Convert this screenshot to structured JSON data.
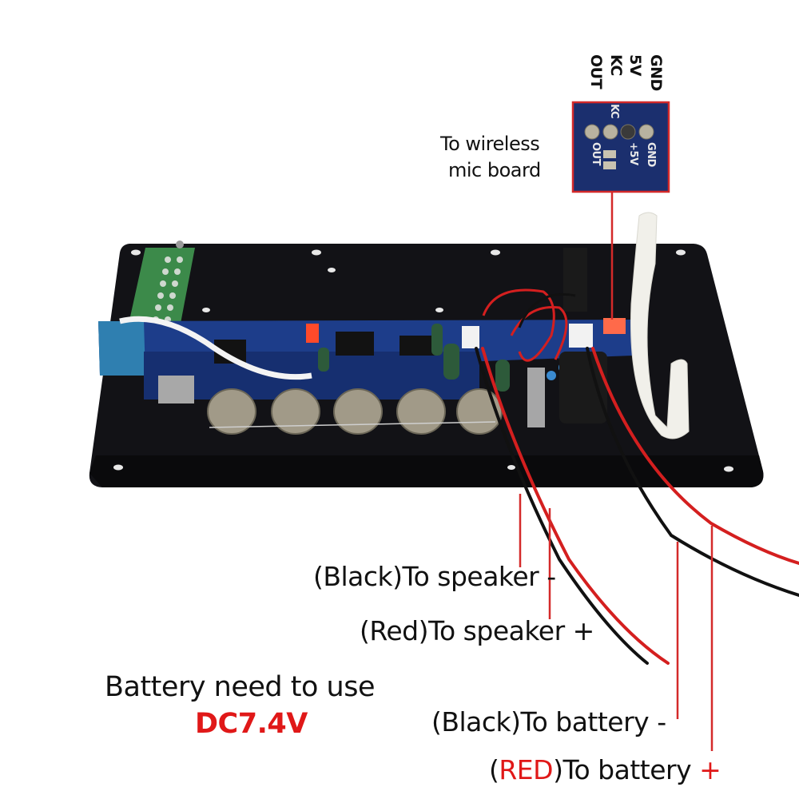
{
  "product": {
    "description": "Amplifier board mounted on black metal plate with wiring callouts"
  },
  "connector": {
    "pin_labels_top": [
      "GND",
      "5V",
      "KC",
      "OUT"
    ],
    "pin_labels_board": [
      "GND",
      "+5V",
      "KC",
      "OUT"
    ],
    "callout": "To wireless mic board",
    "callout_line1": "To wireless",
    "callout_line2": "mic board"
  },
  "wires": [
    {
      "id": "speaker-neg",
      "label": "(Black)To speaker -",
      "color": "black"
    },
    {
      "id": "speaker-pos",
      "label": "(Red)To speaker +",
      "color": "red"
    },
    {
      "id": "battery-neg",
      "label": "(Black)To battery -",
      "color": "black"
    },
    {
      "id": "battery-pos",
      "label_prefix": "(",
      "label_red": "RED",
      "label_suffix": ")To battery ",
      "label_plus": "+",
      "color": "red"
    }
  ],
  "battery_note": {
    "line1": "Battery need to use",
    "voltage": "DC7.4V"
  },
  "colors": {
    "accent_red": "#e01818",
    "callout_line": "#d42a2a",
    "plate": "#111114",
    "pcb_blue": "#1d3d8a",
    "mic_board_blue": "#1b2f6e"
  }
}
